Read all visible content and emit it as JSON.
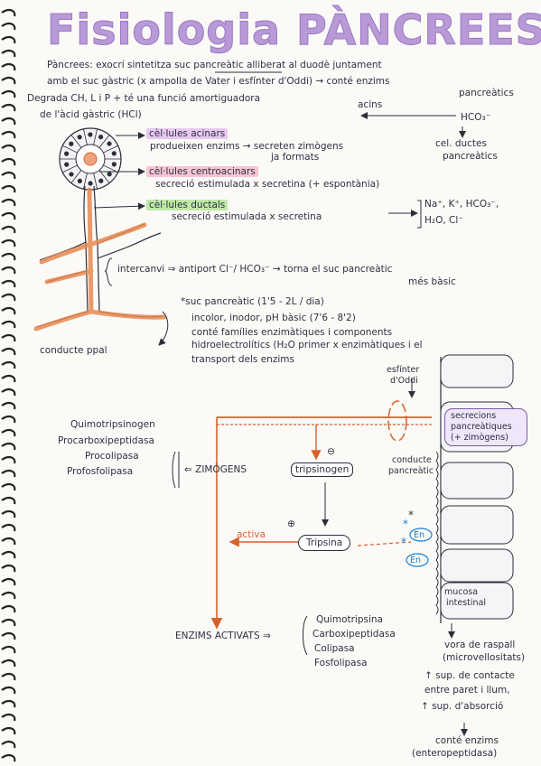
{
  "title": "Fisiologia PÀNCREES",
  "intro": {
    "line1": "Pàncrees: exocrí sintetitza suc pancreàtic alliberat al duodè juntament",
    "line2": "amb el suc gàstric (x ampolla de Vater i esfínter d'Oddi) → conté enzims",
    "line3": "Degrada CH, L i P + té una funció amortiguadora",
    "line3b": "acins",
    "line3c": "pancreàtics",
    "line4": "de l'àcid gàstric (HCl)",
    "hco3": "HCO₃⁻",
    "ductes1": "cel. ductes",
    "ductes2": "pancreàtics"
  },
  "cells": {
    "acinars_label": "cèl·lules acinars",
    "acinars_desc1": "produeixen enzims → secreten zimògens",
    "acinars_desc2": "ja formats",
    "centro_label": "cèl·lules centroacinars",
    "centro_desc": "secreció estimulada x secretina (+ espontània)",
    "ductals_label": "cèl·lules ductals",
    "ductals_desc": "secreció estimulada x secretina",
    "ions1": "Na⁺, K⁺, HCO₃⁻,",
    "ions2": "H₂O, Cl⁻"
  },
  "exchange": {
    "line1": "intercanvi ⇒ antiport Cl⁻/ HCO₃⁻ → torna el suc pancreàtic",
    "line2": "més bàsic"
  },
  "juice": {
    "line1": "*suc pancreàtic (1'5 - 2L / dia)",
    "line2": "incolor, inodor, pH bàsic (7'6 - 8'2)",
    "line3": "conté famílies enzimàtiques i components",
    "line4": "hidroelectrolítics (H₂O primer x enzimàtiques i el",
    "line5": "transport dels enzims"
  },
  "duct_label": "conducte ppal",
  "oddi": [
    "esfínter",
    "d'Oddi"
  ],
  "secrecions": "secrecions pancreàtiques (+ zimògens)",
  "conducte_pancreatic": [
    "conducte",
    "pancreàtic"
  ],
  "zimogens_list": [
    "Quimotripsinogen",
    "Procarboxipeptidasa",
    "Procolipasa",
    "Profosfolipasa"
  ],
  "zimogens_label": "⇐ ZIMÒGENS",
  "tripsinogen": "tripsinogen",
  "tripsina": "Tripsina",
  "activa": "activa",
  "en_label": "En",
  "minus": "⊖",
  "plus": "⊕",
  "mucosa": [
    "mucosa",
    "intestinal"
  ],
  "enzims_activats": "ENZIMS ACTIVATS ⇒",
  "active_list": [
    "Quimotripsina",
    "Carboxipeptidasa",
    "Colipasa",
    "Fosfolipasa"
  ],
  "vora": {
    "line1": "vora de raspall",
    "line2": "(microvellositats)",
    "line3": "↑ sup. de contacte",
    "line4": "entre paret i llum,",
    "line5": "↑ sup. d'absorció",
    "line6": "conté enzims",
    "line7": "(enteropeptidasa)"
  },
  "colors": {
    "title": "#b79ad6",
    "orange": "#d7612c",
    "blue": "#1a7fd6",
    "purple_highlight": "#e7c8ef",
    "pink_highlight": "#f6c4d6",
    "green_highlight": "#bfe8a7"
  }
}
